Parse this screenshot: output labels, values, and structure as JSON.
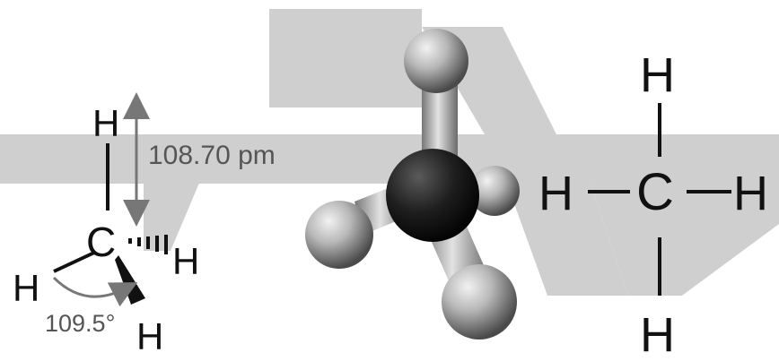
{
  "panels": {
    "wedge_dash": {
      "atoms": {
        "carbon": "C",
        "h_top": "H",
        "h_right": "H",
        "h_left": "H",
        "h_bottom": "H"
      },
      "bond_length": "108.70 pm",
      "bond_angle": "109.5°"
    },
    "structural": {
      "atoms": {
        "carbon": "C",
        "h_top": "H",
        "h_left": "H",
        "h_right": "H",
        "h_bottom": "H"
      }
    }
  },
  "colors": {
    "background_shapes": "#c9c9c9",
    "text": "#111111",
    "measurement": "#6e6e6e",
    "carbon_ball": "#1e1e1e",
    "hydrogen_ball": "#b5b5b5"
  }
}
